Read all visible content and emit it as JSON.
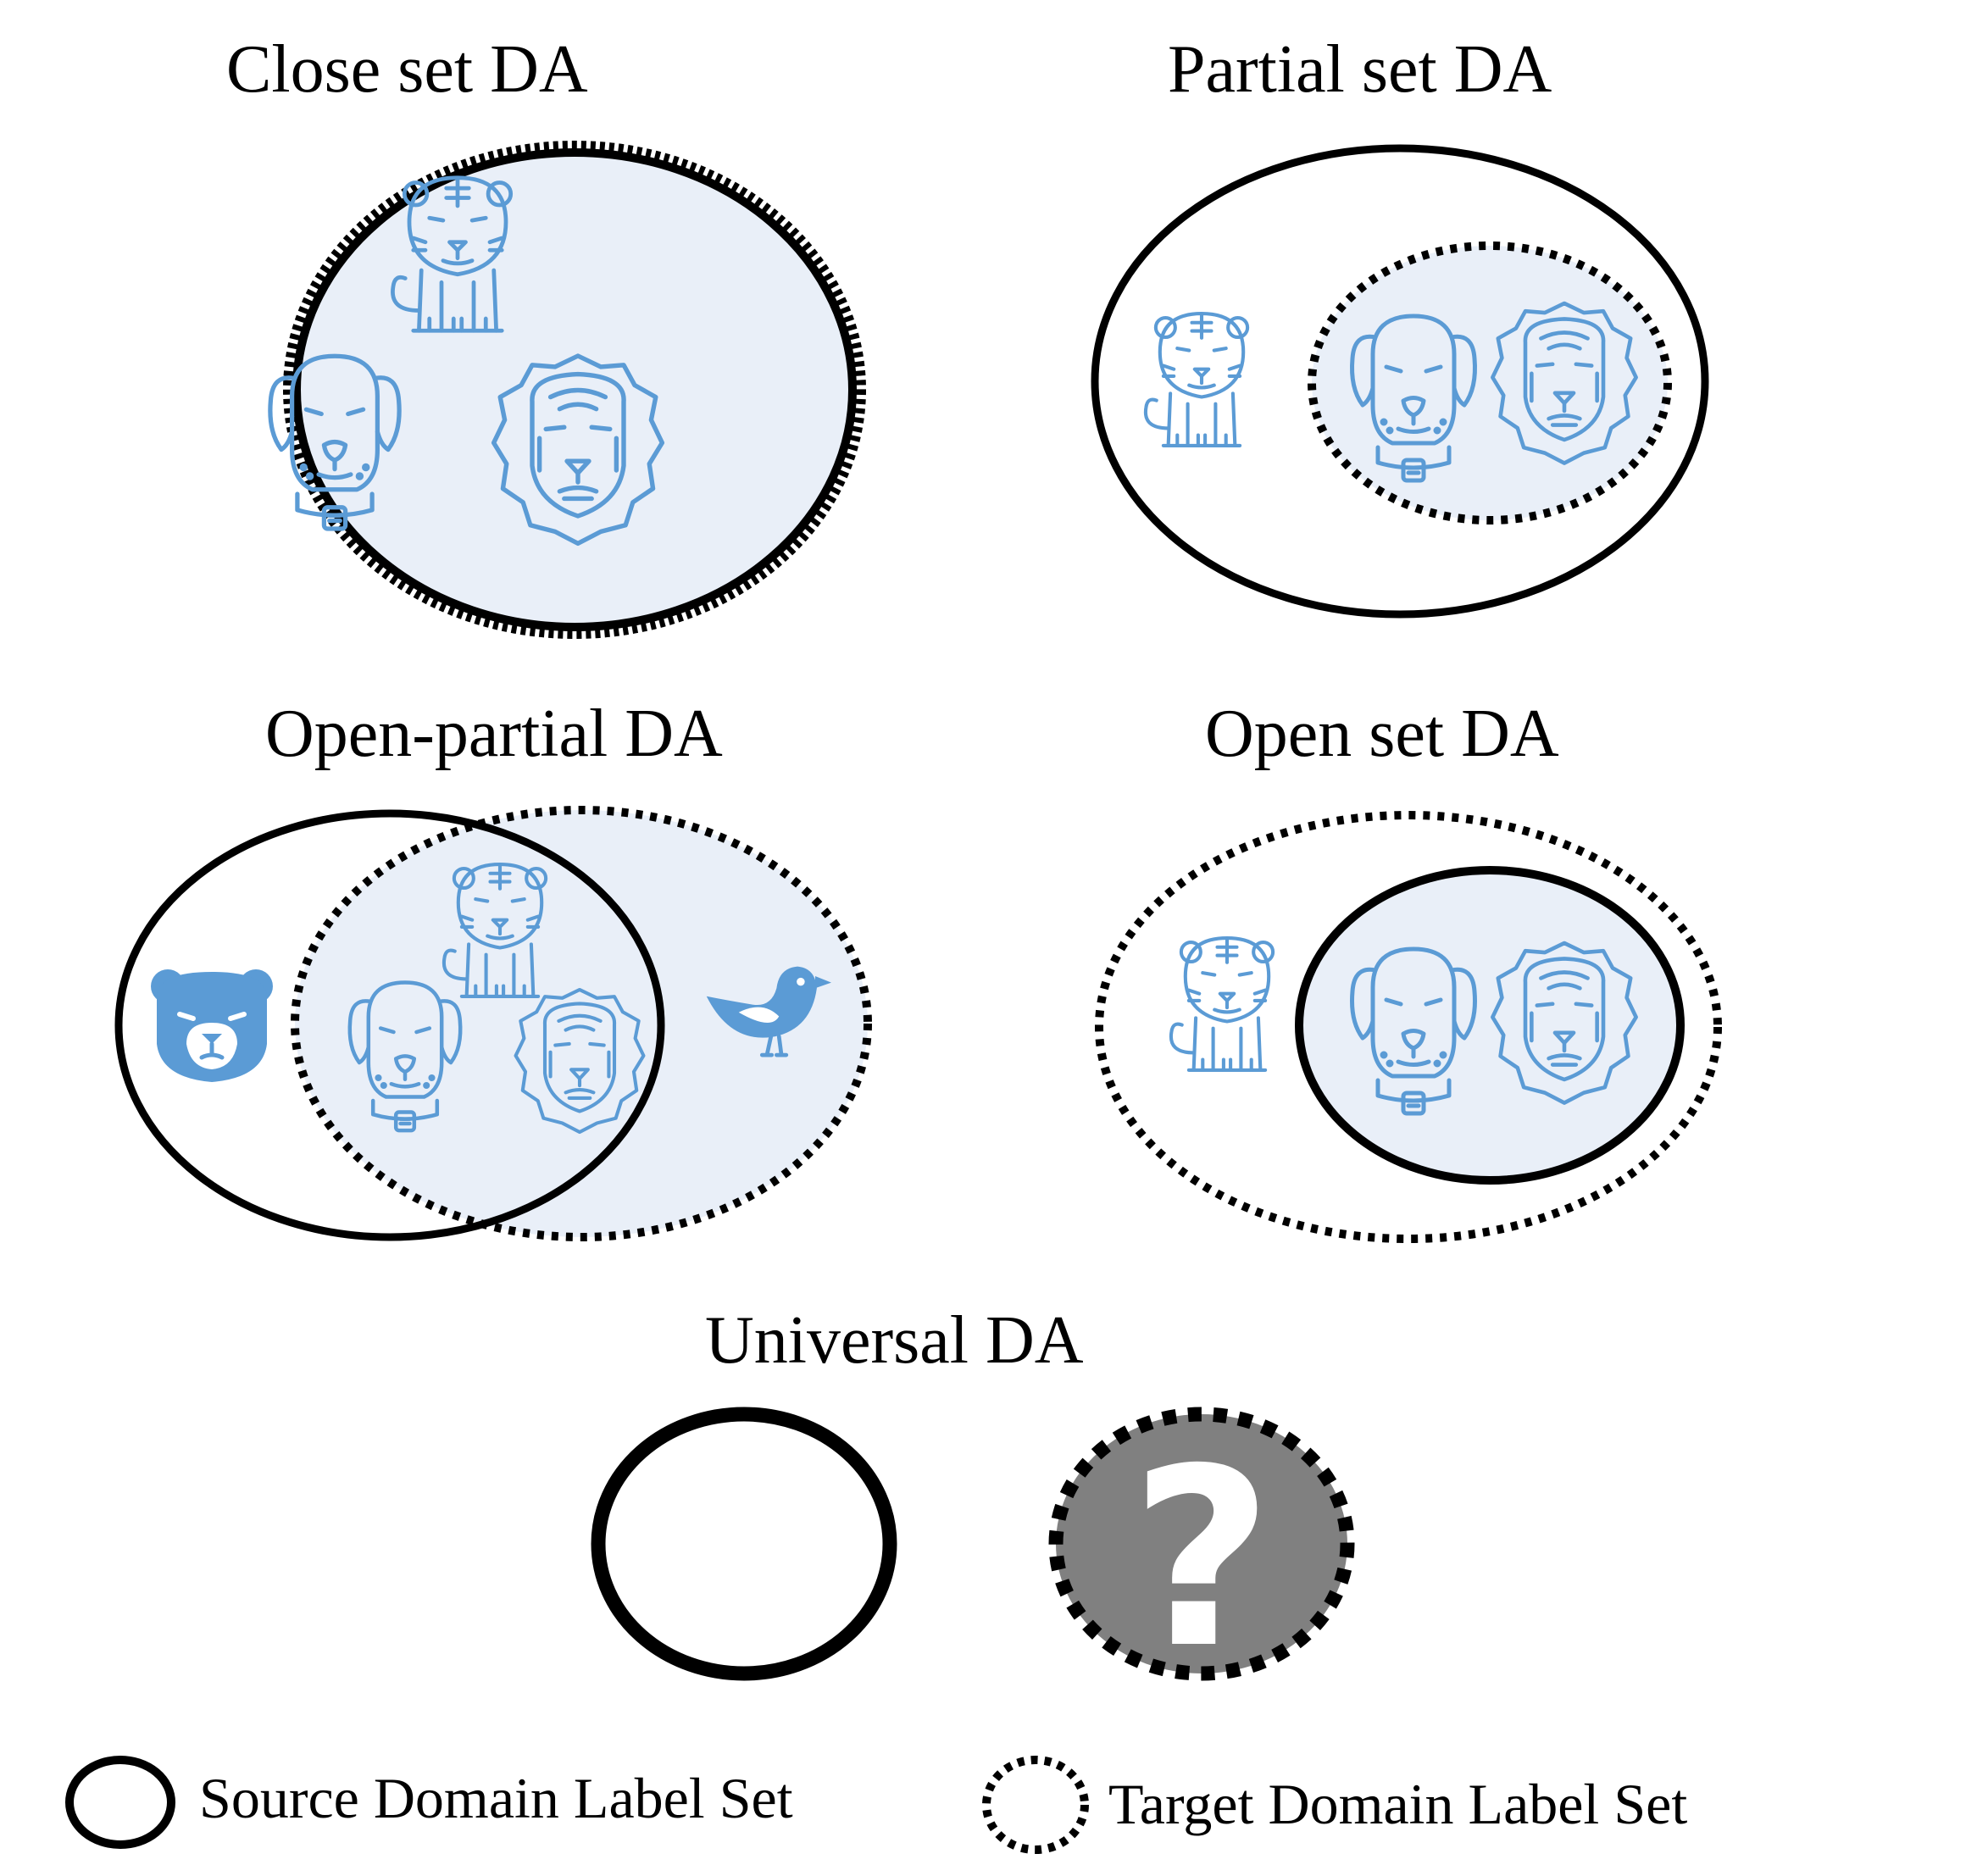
{
  "panels": {
    "close": {
      "title": "Close set DA"
    },
    "partial": {
      "title": "Partial set DA"
    },
    "open_partial": {
      "title": "Open-partial DA"
    },
    "open": {
      "title": "Open set DA"
    },
    "universal": {
      "title": "Universal DA",
      "unknown_symbol": "?"
    }
  },
  "legend": {
    "source_label": "Source Domain Label Set",
    "target_label": "Target Domain Label Set"
  },
  "colors": {
    "icon_blue": "#5b9bd5",
    "fill_light": "#e9eff8",
    "outline": "#000000",
    "unknown_fill": "#808080"
  },
  "icons": [
    "tiger-icon",
    "dog-icon",
    "lion-icon",
    "bear-icon",
    "bird-icon"
  ]
}
